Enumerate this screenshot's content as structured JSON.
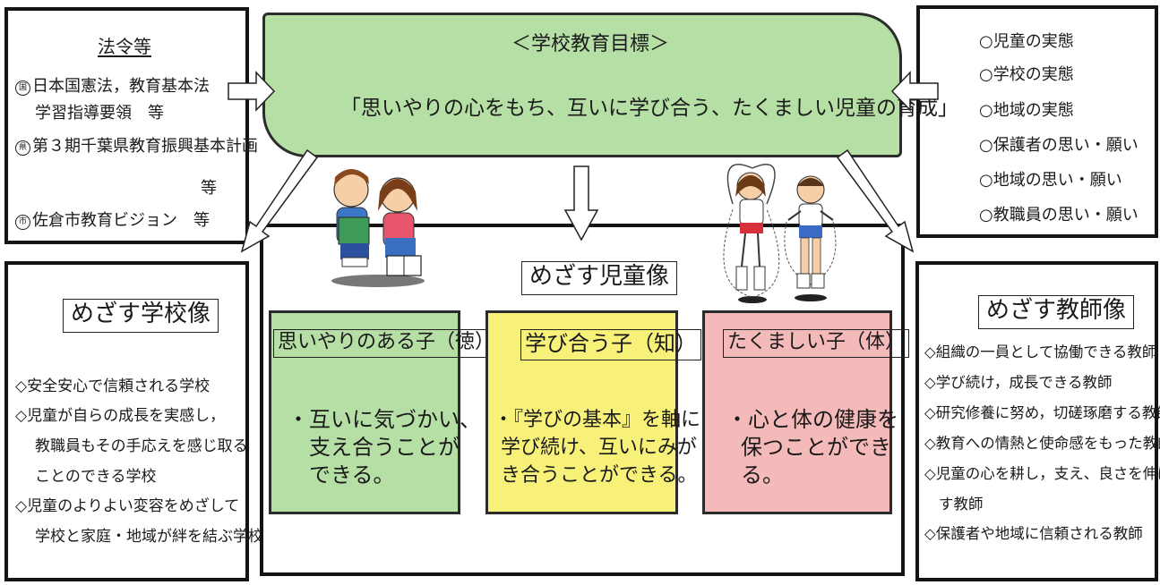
{
  "laws": {
    "title": "法令等",
    "items": [
      {
        "mark": "国",
        "text": "日本国憲法，教育基本法"
      },
      {
        "mark": "",
        "text": "学習指導要領　等"
      },
      {
        "mark": "県",
        "text": "第３期千葉県教育振興基本計画"
      },
      {
        "mark": "",
        "text": "等"
      },
      {
        "mark": "市",
        "text": "佐倉市教育ビジョン　等"
      }
    ]
  },
  "goal": {
    "heading": "＜学校教育目標＞",
    "text": "「思いやりの心をもち、互いに学び合う、たくましい児童の育成」"
  },
  "context": {
    "items": [
      "○児童の実態",
      "○学校の実態",
      "○地域の実態",
      "○保護者の思い・願い",
      "○地域の思い・願い",
      "○教職員の思い・願い"
    ]
  },
  "school": {
    "title": "めざす学校像",
    "items": [
      "◇安全安心で信頼される学校",
      "◇児童が自らの成長を実感し，",
      "教職員もその手応えを感じ取る",
      "ことのできる学校",
      "◇児童のよりよい変容をめざして",
      "学校と家庭・地域が絆を結ぶ学校"
    ]
  },
  "student": {
    "title": "めざす児童像",
    "categories": [
      {
        "label": "思いやりのある子（徳）",
        "lines": [
          "・互いに気づかい、",
          "支え合うことが",
          "できる。"
        ],
        "fill": "#b5dfa5"
      },
      {
        "label": "学び合う子（知）",
        "lines": [
          "・『学びの基本』を軸に",
          "学び続け、互いにみが",
          "き合うことができる。"
        ],
        "fill": "#f7f17a"
      },
      {
        "label": "たくましい子（体）",
        "lines": [
          "・心と体の健康を",
          "保つことができ",
          "る。"
        ],
        "fill": "#f4b9b9"
      }
    ]
  },
  "teacher": {
    "title": "めざす教師像",
    "items": [
      "◇組織の一員として協働できる教師",
      "◇学び続け，成長できる教師",
      "◇研究修養に努め，切磋琢磨する教師",
      "◇教育への情熱と使命感をもった教師",
      "◇児童の心を耕し，支え、良さを伸ば",
      "す教師",
      "◇保護者や地域に信頼される教師"
    ]
  },
  "colors": {
    "goal": "#b5dfa5",
    "virtue": "#b5dfa5",
    "knowledge": "#f7f17a",
    "physical": "#f4b9b9",
    "border": "#141414"
  }
}
